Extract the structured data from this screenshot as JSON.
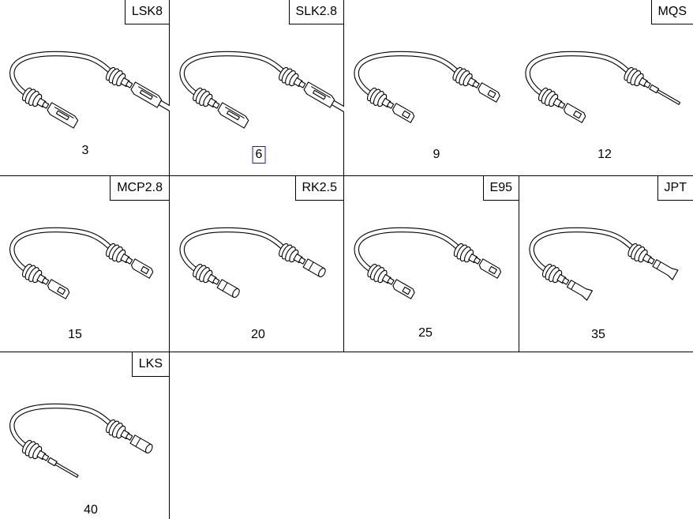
{
  "panels": [
    {
      "tag": "LSK8",
      "number": "3"
    },
    {
      "tag": "SLK2.8",
      "number": "6"
    },
    {
      "tag": "MQS",
      "numbers": [
        "9",
        "12"
      ]
    },
    {
      "tag": "MCP2.8",
      "number": "15"
    },
    {
      "tag": "RK2.5",
      "number": "20"
    },
    {
      "tag": "E95",
      "number": "25"
    },
    {
      "tag": "JPT",
      "number": "35"
    },
    {
      "tag": "LKS",
      "number": "40"
    }
  ],
  "selected_number": "6",
  "colors": {
    "line": "#000000",
    "background": "#ffffff",
    "selection": "#1a1acc"
  }
}
